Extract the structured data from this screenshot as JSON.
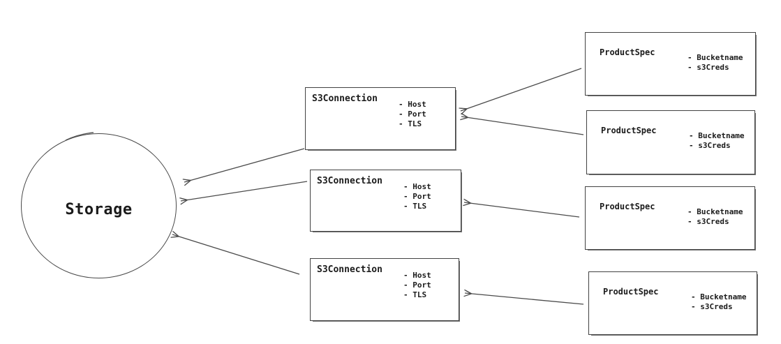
{
  "diagram": {
    "storage": {
      "label": "Storage"
    },
    "s3_connections": [
      {
        "title": "S3Connection",
        "attributes": [
          "- Host",
          "- Port",
          "- TLS"
        ]
      },
      {
        "title": "S3Connection",
        "attributes": [
          "- Host",
          "- Port",
          "- TLS"
        ]
      },
      {
        "title": "S3Connection",
        "attributes": [
          "- Host",
          "- Port",
          "- TLS"
        ]
      }
    ],
    "product_specs": [
      {
        "title": "ProductSpec",
        "attributes": [
          "- Bucketname",
          "- s3Creds"
        ]
      },
      {
        "title": "ProductSpec",
        "attributes": [
          "- Bucketname",
          "- s3Creds"
        ]
      },
      {
        "title": "ProductSpec",
        "attributes": [
          "- Bucketname",
          "- s3Creds"
        ]
      },
      {
        "title": "ProductSpec",
        "attributes": [
          "- Bucketname",
          "- s3Creds"
        ]
      }
    ],
    "edges": [
      {
        "from": "product-spec-1",
        "to": "s3-connection-1"
      },
      {
        "from": "product-spec-2",
        "to": "s3-connection-1"
      },
      {
        "from": "product-spec-3",
        "to": "s3-connection-2"
      },
      {
        "from": "product-spec-4",
        "to": "s3-connection-3"
      },
      {
        "from": "s3-connection-1",
        "to": "storage"
      },
      {
        "from": "s3-connection-2",
        "to": "storage"
      },
      {
        "from": "s3-connection-3",
        "to": "storage"
      }
    ],
    "colors": {
      "stroke": "#4a4a4a",
      "text": "#1b1b1b",
      "background": "#ffffff"
    }
  }
}
